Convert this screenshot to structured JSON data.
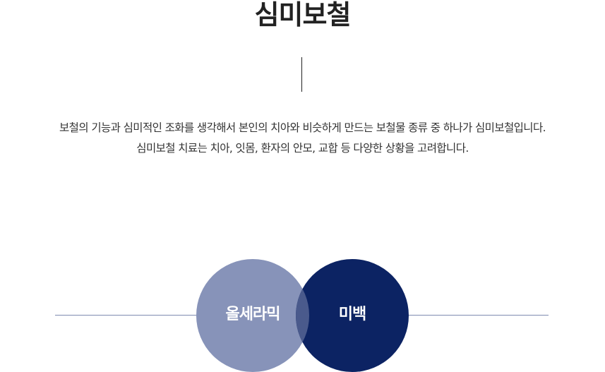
{
  "header": {
    "title": "심미보철"
  },
  "description": {
    "line1": "보철의 기능과 심미적인 조화를 생각해서 본인의 치아와 비슷하게 만드는 보철물 종류 중 하나가 심미보철입니다.",
    "line2": "심미보철 치료는 치아, 잇몸, 환자의 안모, 교합 등 다양한 상황을 고려합니다."
  },
  "diagram": {
    "circles": [
      {
        "label": "올세라믹",
        "color": "#8793b9"
      },
      {
        "label": "미백",
        "color": "#0c2363"
      }
    ],
    "overlap_color": "#4a5a8c",
    "line_color": "#7e8bb0"
  }
}
